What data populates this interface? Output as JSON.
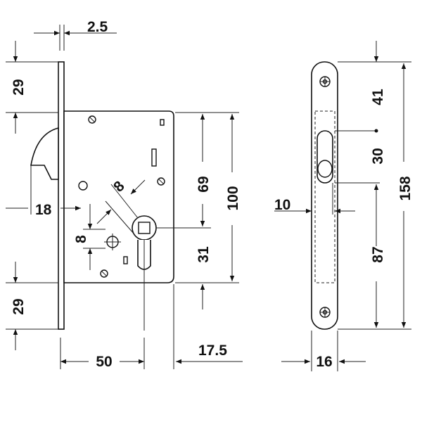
{
  "dimensions": {
    "faceplate_thickness": "2.5",
    "latch_top_offset": "29",
    "bottom_offset": "29",
    "latch_length": "18",
    "spindle_square": "8",
    "spindle_square_small": "8",
    "backset": "50",
    "body_depth": "17.5",
    "upper_distance": "69",
    "body_height": "100",
    "cylinder_distance": "31",
    "faceplate_top": "41",
    "latch_opening": "30",
    "faceplate_length": "158",
    "lower_distance": "87",
    "side_gap": "10",
    "faceplate_width": "16"
  }
}
